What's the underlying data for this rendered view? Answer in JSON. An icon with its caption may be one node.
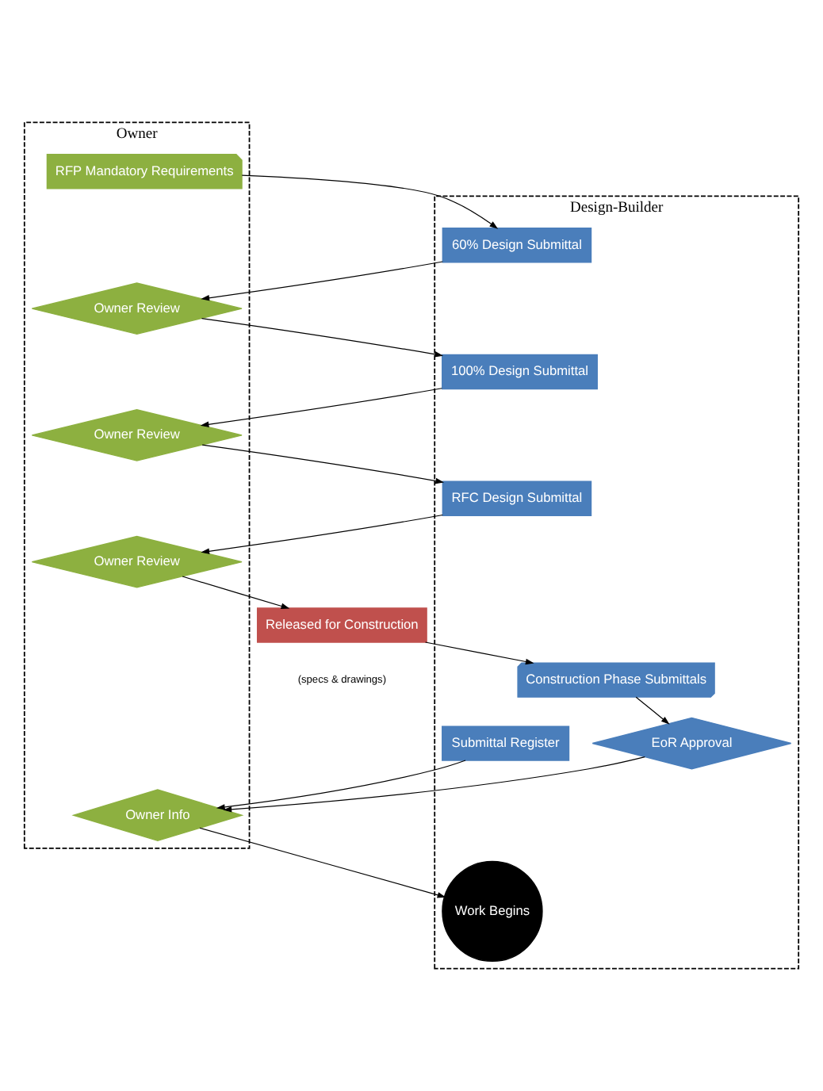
{
  "diagram": {
    "nodes": [
      {
        "text": [
          "Design-Builder"
        ]
      },
      {
        "text": [
          "Owner"
        ]
      },
      {
        "text": [
          "RFP Mandatory Requirements"
        ],
        "in": 1
      },
      {
        "text": [
          "60% Design Submittal"
        ],
        "in": 0
      },
      {
        "text": [
          "Owner Review"
        ],
        "in": 1
      },
      {
        "text": [
          "100% Design Submittal"
        ],
        "in": 0
      },
      {
        "text": [
          "Owner Review"
        ],
        "in": 1
      },
      {
        "text": [
          "RFC Design Submittal"
        ],
        "in": 0
      },
      {
        "text": [
          "Owner Review"
        ],
        "in": 1
      },
      {
        "text": [
          "Released for Construction"
        ],
        "beside": [
          "(specs & drawings)"
        ]
      },
      {
        "text": [
          "Construction Phase Submittals"
        ],
        "in": 0
      },
      {
        "text": [
          "EoR Approval"
        ],
        "in": 0
      },
      {
        "text": [
          "Owner Info"
        ],
        "in": 1
      },
      {
        "text": [
          "Submittal Register"
        ],
        "in": 0
      },
      {
        "text": [
          "Work Begins"
        ],
        "in": 0
      }
    ],
    "edges": [
      {
        "from": 2,
        "to": 3,
        "arrow": "to"
      },
      {
        "from": 3,
        "to": 4,
        "arrow": "to"
      },
      {
        "from": 4,
        "to": 5,
        "arrow": "to"
      },
      {
        "from": 5,
        "to": 6,
        "arrow": "to"
      },
      {
        "from": 6,
        "to": 7,
        "arrow": "to"
      },
      {
        "from": 7,
        "to": 8,
        "arrow": "to"
      },
      {
        "from": 8,
        "to": 9,
        "arrow": "to"
      },
      {
        "from": 9,
        "to": 10,
        "arrow": "to"
      },
      {
        "from": 10,
        "to": 11,
        "arrow": "to"
      },
      {
        "from": 11,
        "to": 12,
        "arrow": "to"
      },
      {
        "from": 13,
        "to": 12,
        "arrow": "to"
      },
      {
        "from": 12,
        "to": 14,
        "arrow": "to"
      }
    ]
  }
}
